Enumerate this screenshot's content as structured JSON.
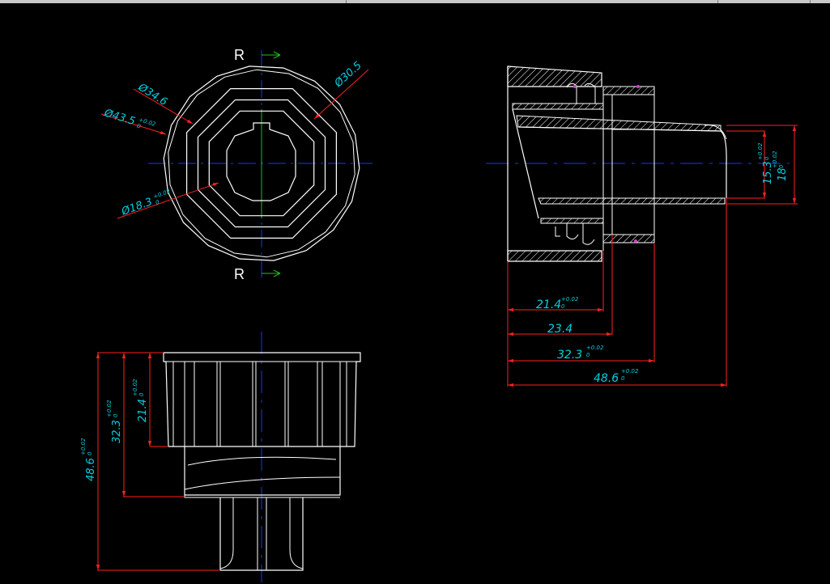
{
  "drawing": {
    "section_labels": [
      "R",
      "R"
    ],
    "front_view": {
      "dims": {
        "d_outer": "Ø43.5",
        "d_outer_tol_upper": "+0.02",
        "d_outer_tol_lower": "0",
        "d_mid": "Ø34.6",
        "d_inner": "Ø30.5",
        "d_bore": "Ø18.3",
        "d_bore_tol_upper": "+0.02",
        "d_bore_tol_lower": "0"
      }
    },
    "side_view": {
      "dims": {
        "len_1": "21.4",
        "len_1_tol_upper": "+0.02",
        "len_1_tol_lower": "0",
        "len_2": "23.4",
        "len_3": "32.3",
        "len_3_tol_upper": "+0.02",
        "len_3_tol_lower": "0",
        "len_4": "48.6",
        "len_4_tol_upper": "+0.02",
        "len_4_tol_lower": "0",
        "d_a": "15.3",
        "d_a_tol_upper": "+0.02",
        "d_a_tol_lower": "0",
        "d_b": "18",
        "d_b_tol_upper": "+0.02",
        "d_b_tol_lower": "0"
      }
    },
    "bottom_view": {
      "dims": {
        "h_1": "21.4",
        "h_1_tol_upper": "+0.02",
        "h_1_tol_lower": "0",
        "h_2": "32.3",
        "h_2_tol_upper": "+0.02",
        "h_2_tol_lower": "0",
        "h_3": "48.6",
        "h_3_tol_upper": "+0.02",
        "h_3_tol_lower": "0"
      }
    }
  },
  "colors": {
    "background": "#000000",
    "outline": "#ffffff",
    "dimension": "#ff2020",
    "dimension_text": "#00d0e0",
    "centerline": "#2030ff",
    "axis_green": "#20c020",
    "hatch": "#ffffff"
  }
}
